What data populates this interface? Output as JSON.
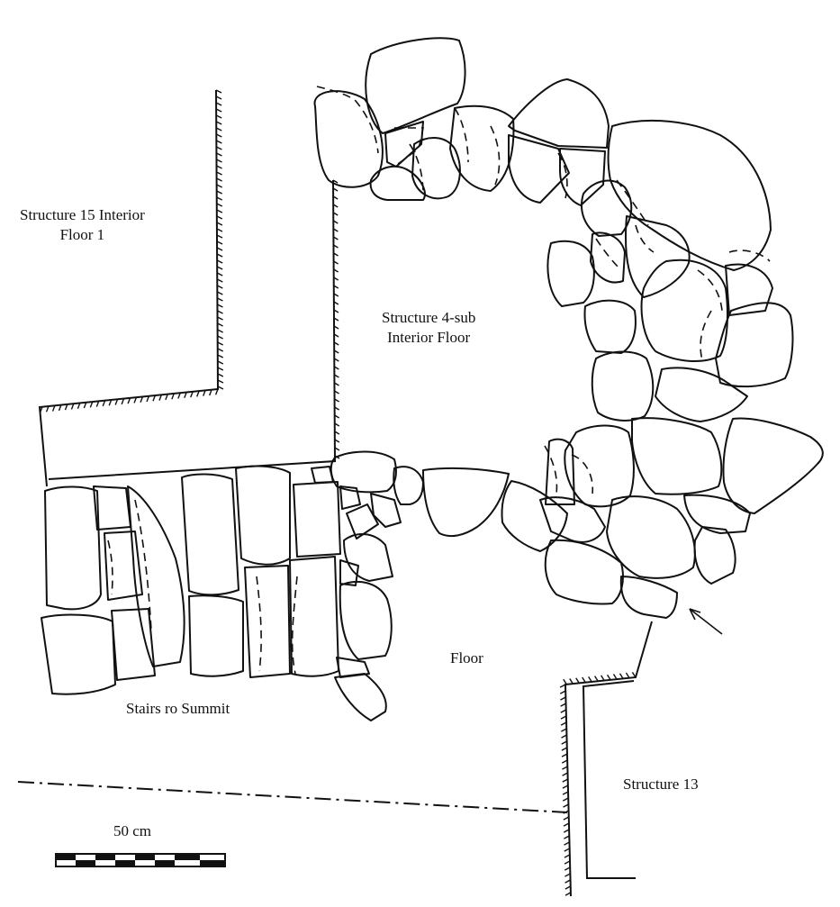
{
  "labels": {
    "structure15": [
      "Structure 15 Interior",
      "Floor 1"
    ],
    "structure4sub": [
      "Structure 4-sub",
      "Interior Floor"
    ],
    "floor": "Floor",
    "stairs": "Stairs ro Summit",
    "structure13": "Structure 13",
    "scale": "50 cm"
  },
  "colors": {
    "ink": "#111111",
    "background": "#ffffff"
  }
}
